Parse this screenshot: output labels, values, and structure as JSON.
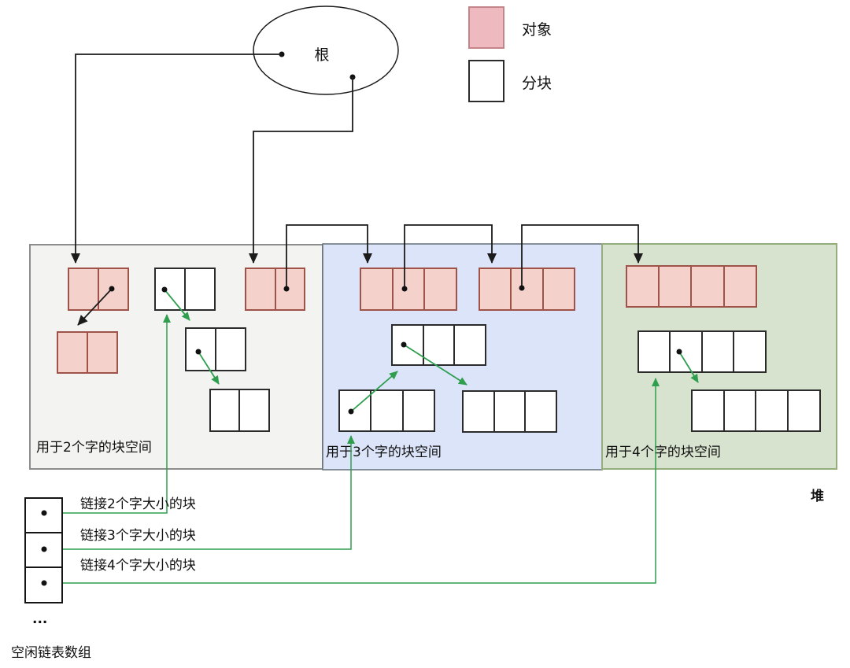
{
  "root": {
    "label": "根"
  },
  "legend": {
    "object": {
      "label": "对象",
      "fill": "#eebabf",
      "border": "#c5838a"
    },
    "chunk": {
      "label": "分块",
      "fill": "#ffffff",
      "border": "#2b2b2b"
    }
  },
  "heap": {
    "label": "堆",
    "regions": [
      {
        "word_size": 2,
        "label": "用于2个字的块空间",
        "bg": "#f3f3f1",
        "border": "#8c8c8c"
      },
      {
        "word_size": 3,
        "label": "用于3个字的块空间",
        "bg": "#dbe4f8",
        "border": "#636e79"
      },
      {
        "word_size": 4,
        "label": "用于4个字的块空间",
        "bg": "#d7e3ce",
        "border": "#93ad7b"
      }
    ]
  },
  "free_list": {
    "title": "空闲链表数组",
    "ellipsis": "...",
    "entries": [
      "链接2个字大小的块",
      "链接3个字大小的块",
      "链接4个字大小的块"
    ]
  },
  "colors": {
    "object_fill": "#f5d1cc",
    "object_border": "#9e5248",
    "chunk_fill": "#ffffff",
    "chunk_border": "#2b2b2b",
    "pointer_arrow": "#1b1b1b",
    "free_link_arrow": "#2f9e4f"
  }
}
